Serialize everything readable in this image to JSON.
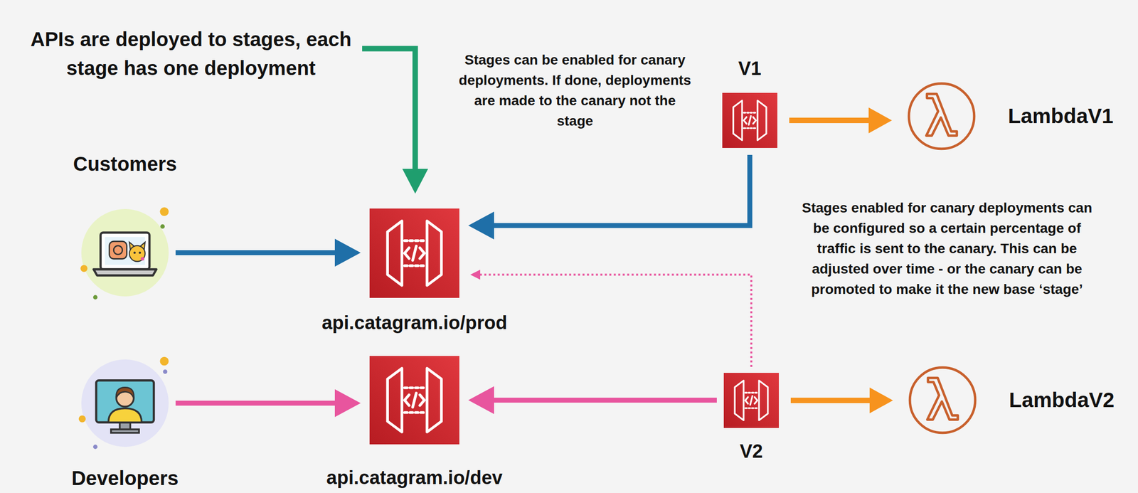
{
  "diagram": {
    "nodes": [
      {
        "text": [
          "V1"
        ]
      },
      {
        "text": [
          "LambdaV1"
        ]
      },
      {
        "text": [
          "Customers"
        ]
      },
      {
        "text": [
          "api.catagram.io/prod"
        ]
      },
      {
        "text": [
          "Developers"
        ]
      },
      {
        "text": [
          "api.catagram.io/dev"
        ]
      },
      {
        "text": [
          "V2"
        ]
      },
      {
        "text": [
          "LambdaV2"
        ]
      }
    ],
    "edges": [
      {
        "from": 2,
        "to": 3,
        "arrow": "to"
      },
      {
        "from": 0,
        "to": 3,
        "arrow": "to"
      },
      {
        "from": 0,
        "to": 1,
        "arrow": "to"
      },
      {
        "from": 4,
        "to": 5,
        "arrow": "to"
      },
      {
        "from": 6,
        "to": 5,
        "arrow": "to"
      },
      {
        "from": 6,
        "to": 3,
        "arrow": "to"
      },
      {
        "from": 6,
        "to": 7,
        "arrow": "to"
      }
    ],
    "labels": [
      "APIs are deployed to stages, each stage has one deployment",
      "Stages can be enabled for canary deployments. If done, deployments are made to the canary not the stage",
      "Stages enabled for canary deployments can be configured so a certain percentage of traffic is sent to the canary. This can be adjusted over time - or the canary can be promoted to make it the new base ‘stage’"
    ]
  }
}
